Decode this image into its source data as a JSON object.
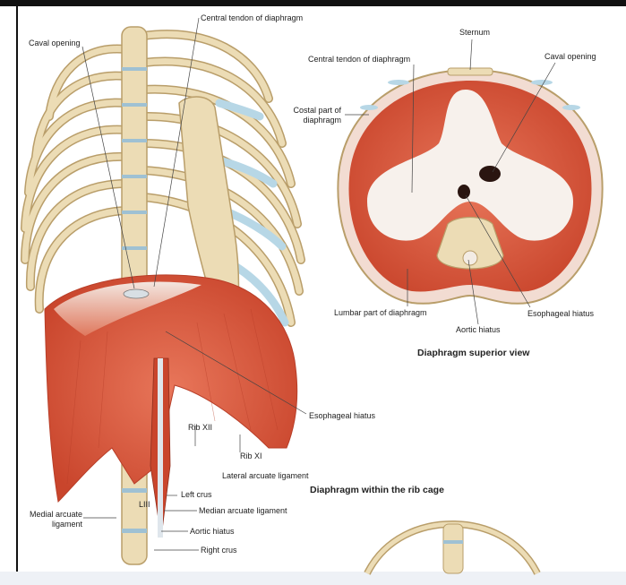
{
  "colors": {
    "muscle": "#d9553a",
    "muscle_dark": "#b83e28",
    "tendon": "#f3ece4",
    "bone": "#ecdcb5",
    "bone_dark": "#b99e6a",
    "cartilage": "#b7d7e6",
    "frame": "#111111"
  },
  "rib_cage": {
    "labels": {
      "caval_opening": "Caval opening",
      "central_tendon": "Central tendon of diaphragm",
      "esophageal_hiatus": "Esophageal hiatus",
      "rib_xii": "Rib XII",
      "rib_xi": "Rib XI",
      "lateral_arcuate": "Lateral arcuate ligament",
      "left_crus": "Left crus",
      "median_arcuate": "Median arcuate ligament",
      "aortic_hiatus": "Aortic hiatus",
      "right_crus": "Right crus",
      "medial_arcuate": "Medial arcuate ligament",
      "vertebra_liii": "LIII"
    },
    "caption": "Diaphragm within the rib cage"
  },
  "superior_view": {
    "labels": {
      "sternum": "Sternum",
      "central_tendon": "Central tendon of diaphragm",
      "caval_opening": "Caval opening",
      "costal_part": "Costal part of diaphragm",
      "lumbar_part": "Lumbar part of diaphragm",
      "aortic_hiatus": "Aortic hiatus",
      "esophageal_hiatus": "Esophageal hiatus"
    },
    "caption": "Diaphragm superior view"
  }
}
